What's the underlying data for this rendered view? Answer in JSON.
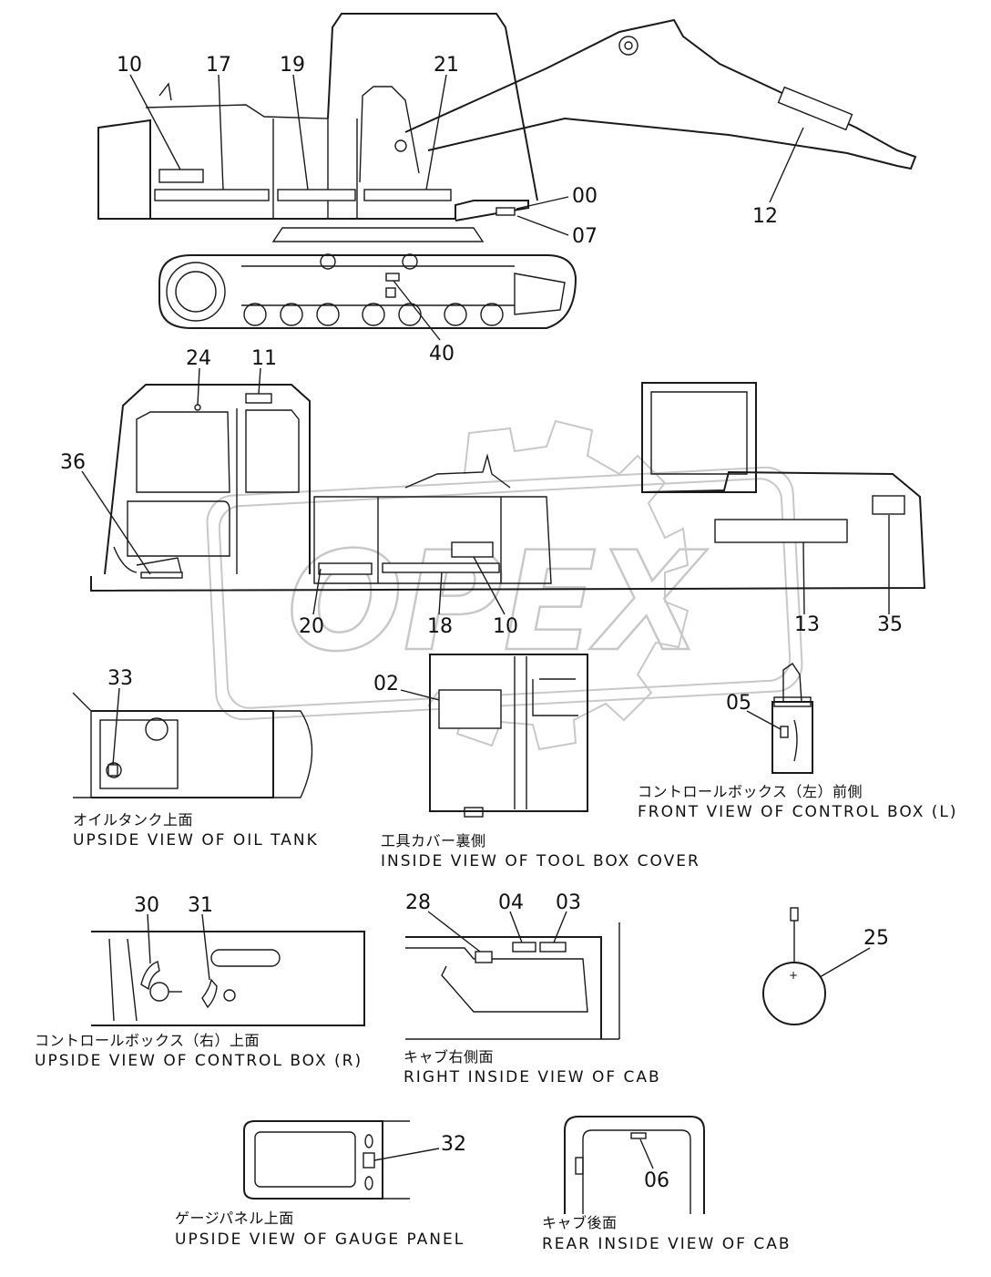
{
  "watermark": {
    "text": "OPEX"
  },
  "callouts": {
    "c10a": "10",
    "c17": "17",
    "c19": "19",
    "c21": "21",
    "c00": "00",
    "c07": "07",
    "c12": "12",
    "c40": "40",
    "c24": "24",
    "c11": "11",
    "c36": "36",
    "c20": "20",
    "c18": "18",
    "c10b": "10",
    "c13": "13",
    "c35": "35",
    "c33": "33",
    "c02": "02",
    "c05": "05",
    "c30": "30",
    "c31": "31",
    "c28": "28",
    "c04": "04",
    "c03": "03",
    "c25": "25",
    "c32": "32",
    "c06": "06"
  },
  "captions": {
    "oil_tank": {
      "jp": "オイルタンク上面",
      "en": "UPSIDE VIEW OF OIL TANK"
    },
    "tool_box": {
      "jp": "工具カバー裏側",
      "en": "INSIDE VIEW OF TOOL BOX COVER"
    },
    "control_box_l": {
      "jp": "コントロールボックス（左）前側",
      "en": "FRONT VIEW OF CONTROL BOX (L)"
    },
    "control_box_r": {
      "jp": "コントロールボックス（右）上面",
      "en": "UPSIDE VIEW OF CONTROL BOX (R)"
    },
    "cab_right": {
      "jp": "キャブ右側面",
      "en": "RIGHT INSIDE VIEW OF CAB"
    },
    "gauge_panel": {
      "jp": "ゲージパネル上面",
      "en": "UPSIDE VIEW OF GAUGE PANEL"
    },
    "cab_rear": {
      "jp": "キャブ後面",
      "en": "REAR INSIDE VIEW OF CAB"
    }
  }
}
